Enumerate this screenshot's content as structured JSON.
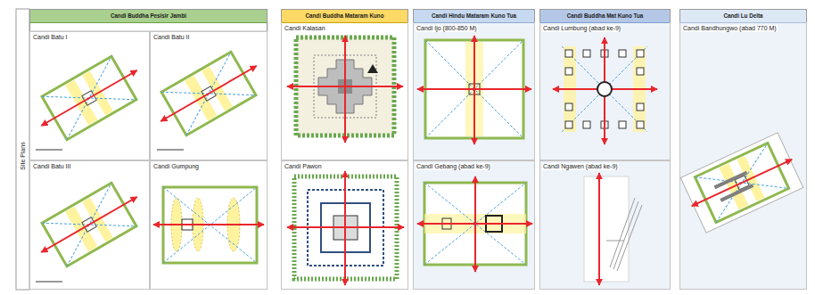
{
  "diagram": {
    "nodes": [
      {
        "text": [
          "Candi Buddha Pesisir Jambi"
        ]
      },
      {
        "text": [
          "Candi Batu I"
        ],
        "in": 0
      },
      {
        "text": [
          "Candi Batu II"
        ],
        "in": 0
      },
      {
        "text": [
          "Candi Batu III"
        ],
        "in": 0
      },
      {
        "text": [
          "Candi Gumpung"
        ],
        "in": 0
      },
      {
        "text": [
          "Candi Buddha Mataram Kuno"
        ]
      },
      {
        "text": [
          "Candi Kalasan"
        ],
        "in": 5
      },
      {
        "text": [
          "Candi Pawon"
        ],
        "in": 5
      },
      {
        "text": [
          "Candi Hindu Mataram Kuno Tua"
        ]
      },
      {
        "text": [
          "Candi Ijo (800-850 M)"
        ],
        "in": 8
      },
      {
        "text": [
          "Candi Gebang (abad ke-9)"
        ],
        "in": 8
      },
      {
        "text": [
          "Candi Buddha Mat Kuno Tua"
        ]
      },
      {
        "text": [
          "Candi Lumbung (abad ke-9)"
        ],
        "in": 11
      },
      {
        "text": [
          "Candi Ngawen (abad ke-9)"
        ],
        "in": 11
      },
      {
        "text": [
          "Candi Lu Delta"
        ]
      },
      {
        "text": [
          "Candi Bandhungwo (abad 770 M)"
        ],
        "in": 14
      }
    ],
    "labels": [
      "Site Plans"
    ]
  }
}
